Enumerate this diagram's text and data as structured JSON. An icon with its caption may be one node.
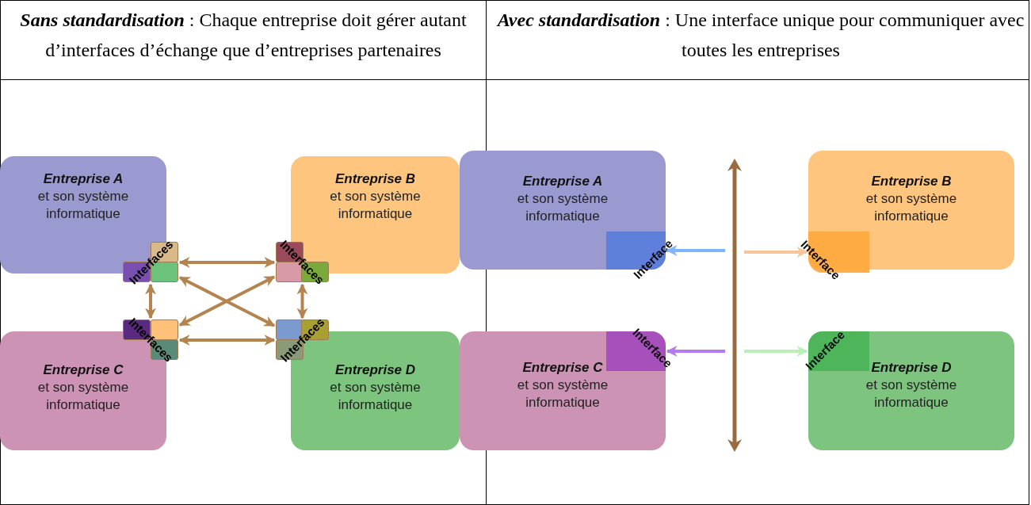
{
  "diagram": {
    "nodes": [
      {
        "text": [
          "Entreprise A",
          "et son système informatique"
        ]
      },
      {
        "text": [
          "Entreprise B",
          "et son système informatique"
        ]
      },
      {
        "text": [
          "Entreprise C",
          "et son système informatique"
        ]
      },
      {
        "text": [
          "Entreprise D",
          "et son système informatique"
        ]
      },
      {
        "text": [
          "Interfaces"
        ]
      },
      {
        "text": [
          "Interfaces"
        ]
      },
      {
        "text": [
          "Interfaces"
        ]
      },
      {
        "text": [
          "Interfaces"
        ]
      },
      {
        "text": [
          "Entreprise A",
          "et son système informatique"
        ]
      },
      {
        "text": [
          "Entreprise B",
          "et son système informatique"
        ]
      },
      {
        "text": [
          "Entreprise C",
          "et son système informatique"
        ]
      },
      {
        "text": [
          "Entreprise D",
          "et son système informatique"
        ]
      },
      {
        "text": [
          "Interface"
        ],
        "in": 8
      },
      {
        "text": [
          "Interface"
        ],
        "in": 9
      },
      {
        "text": [
          "Interface"
        ],
        "in": 10
      },
      {
        "text": [
          "Interface"
        ],
        "in": 11
      },
      {
        "text": [],
        "shape": "arrow"
      }
    ],
    "edges": [
      {
        "from": 4,
        "to": 5,
        "arrow": "both"
      },
      {
        "from": 4,
        "to": 6,
        "arrow": "both"
      },
      {
        "from": 4,
        "to": 7,
        "arrow": "both"
      },
      {
        "from": 5,
        "to": 6,
        "arrow": "both"
      },
      {
        "from": 5,
        "to": 7,
        "arrow": "both"
      },
      {
        "from": 6,
        "to": 7,
        "arrow": "both"
      },
      {
        "from": 16,
        "to": 12,
        "arrow": "to",
        "color": "#80b4ff"
      },
      {
        "from": 16,
        "to": 13,
        "arrow": "to",
        "color": "#f8c49a"
      },
      {
        "from": 16,
        "to": 14,
        "arrow": "to",
        "color": "#b57af0"
      },
      {
        "from": 16,
        "to": 15,
        "arrow": "to",
        "color": "#b8f0b8"
      }
    ],
    "labels": [
      "**Sans standardisation** : Chaque entreprise doit gérer autant d’interfaces d’échange que d’entreprises partenaires",
      "**Avec standardisation** : Une interface unique pour communiquer avec toutes les entreprises"
    ]
  }
}
